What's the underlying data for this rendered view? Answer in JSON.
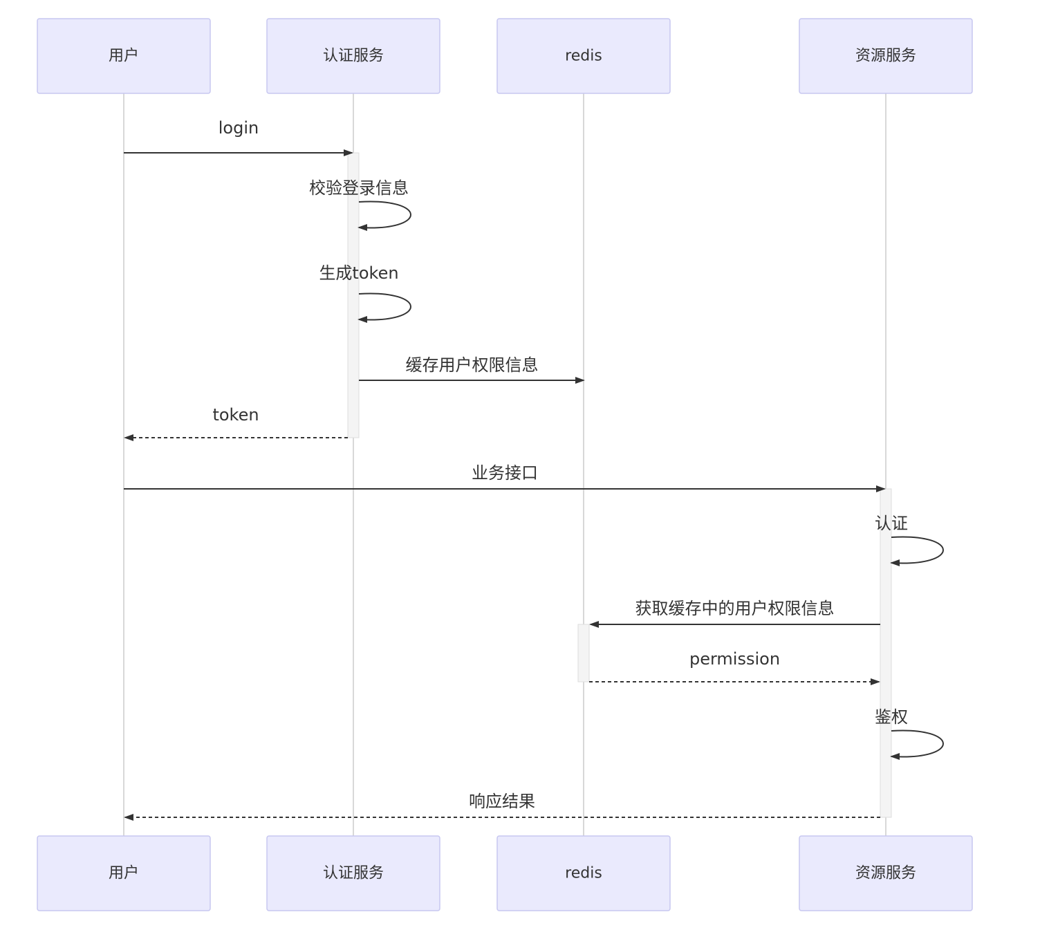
{
  "diagram": {
    "type": "sequence",
    "participants": [
      {
        "id": "user",
        "label": "用户"
      },
      {
        "id": "auth",
        "label": "认证服务"
      },
      {
        "id": "redis",
        "label": "redis"
      },
      {
        "id": "resource",
        "label": "资源服务"
      }
    ],
    "messages": [
      {
        "from": "user",
        "to": "auth",
        "label": "login",
        "style": "solid"
      },
      {
        "from": "auth",
        "to": "auth",
        "label": "校验登录信息",
        "style": "self"
      },
      {
        "from": "auth",
        "to": "auth",
        "label": "生成token",
        "style": "self"
      },
      {
        "from": "auth",
        "to": "redis",
        "label": "缓存用户权限信息",
        "style": "solid"
      },
      {
        "from": "auth",
        "to": "user",
        "label": "token",
        "style": "dashed"
      },
      {
        "from": "user",
        "to": "resource",
        "label": "业务接口",
        "style": "solid"
      },
      {
        "from": "resource",
        "to": "resource",
        "label": "认证",
        "style": "self"
      },
      {
        "from": "resource",
        "to": "redis",
        "label": "获取缓存中的用户权限信息",
        "style": "solid"
      },
      {
        "from": "redis",
        "to": "resource",
        "label": "permission",
        "style": "dashed"
      },
      {
        "from": "resource",
        "to": "resource",
        "label": "鉴权",
        "style": "self"
      },
      {
        "from": "resource",
        "to": "user",
        "label": "响应结果",
        "style": "dashed"
      }
    ],
    "activations": [
      {
        "participant": "auth",
        "from_message": 0,
        "to_message": 4
      },
      {
        "participant": "resource",
        "from_message": 5,
        "to_message": 10
      },
      {
        "participant": "redis",
        "from_message": 7,
        "to_message": 8
      }
    ]
  }
}
